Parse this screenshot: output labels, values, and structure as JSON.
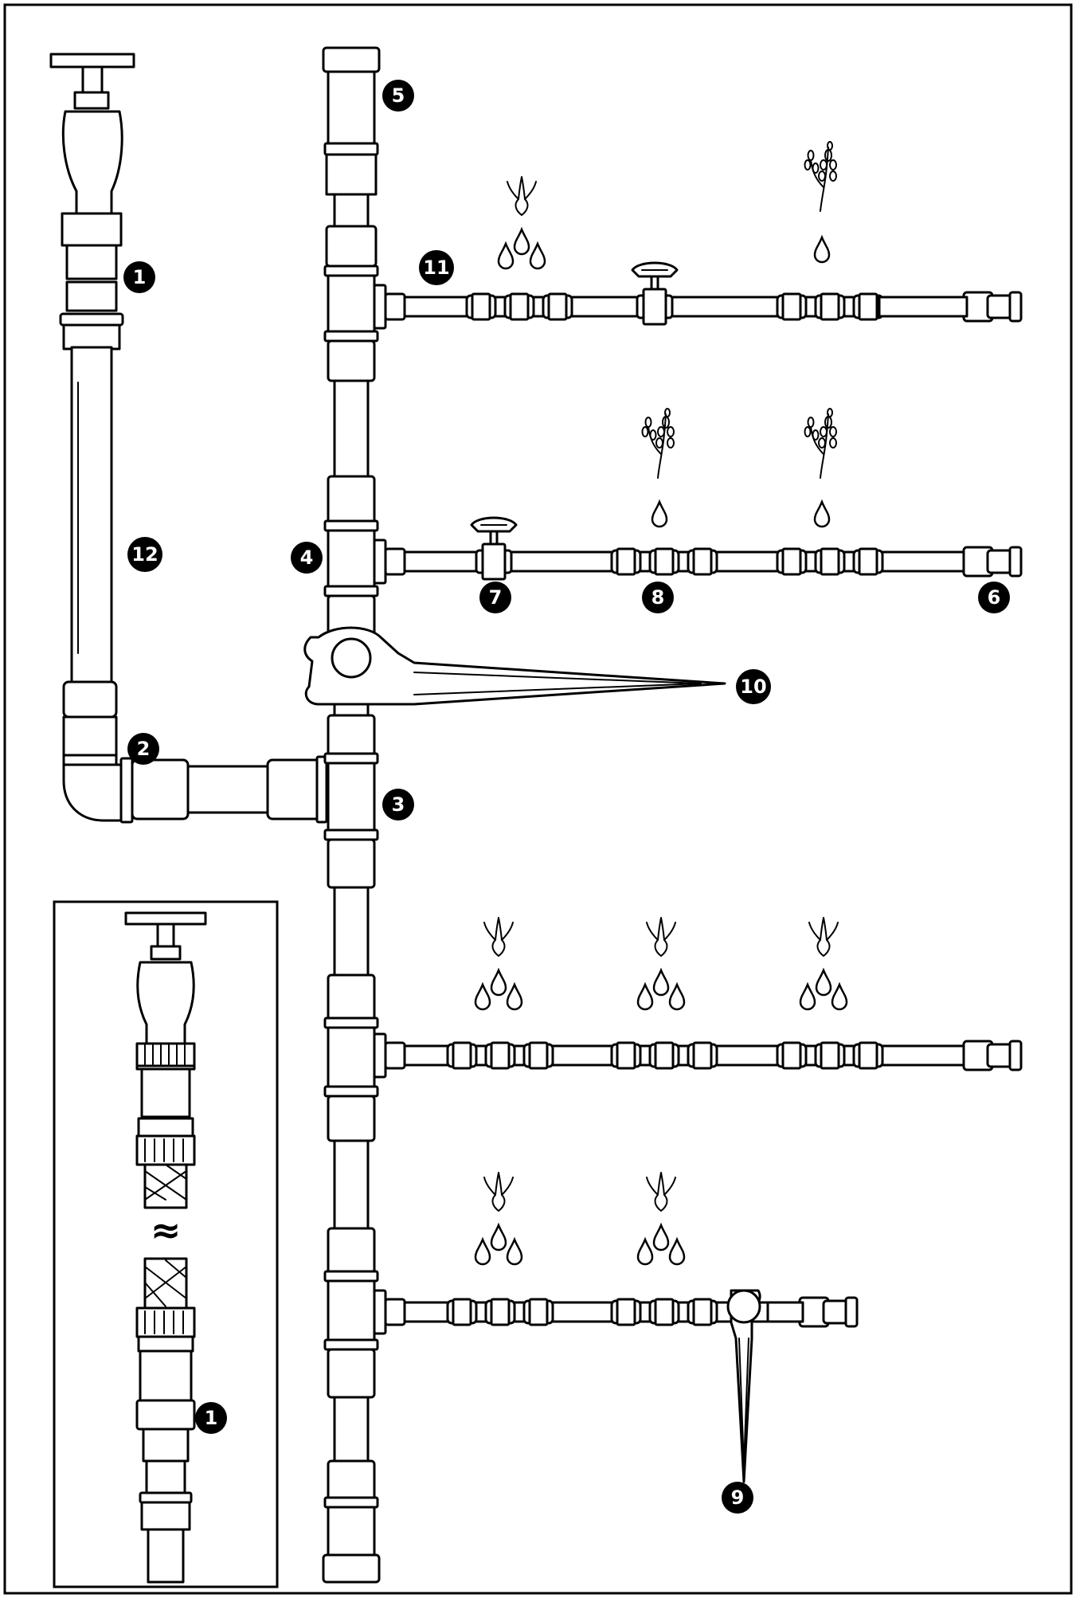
{
  "callouts": {
    "c1": "1",
    "c2": "2",
    "c3": "3",
    "c4": "4",
    "c5": "5",
    "c6": "6",
    "c7": "7",
    "c8": "8",
    "c9": "9",
    "c10": "10",
    "c11": "11",
    "c12": "12",
    "c1b": "1"
  },
  "inset": {
    "break_mark": "≈"
  },
  "colors": {
    "line": "#000000",
    "fill": "#ffffff",
    "badge": "#000000"
  }
}
